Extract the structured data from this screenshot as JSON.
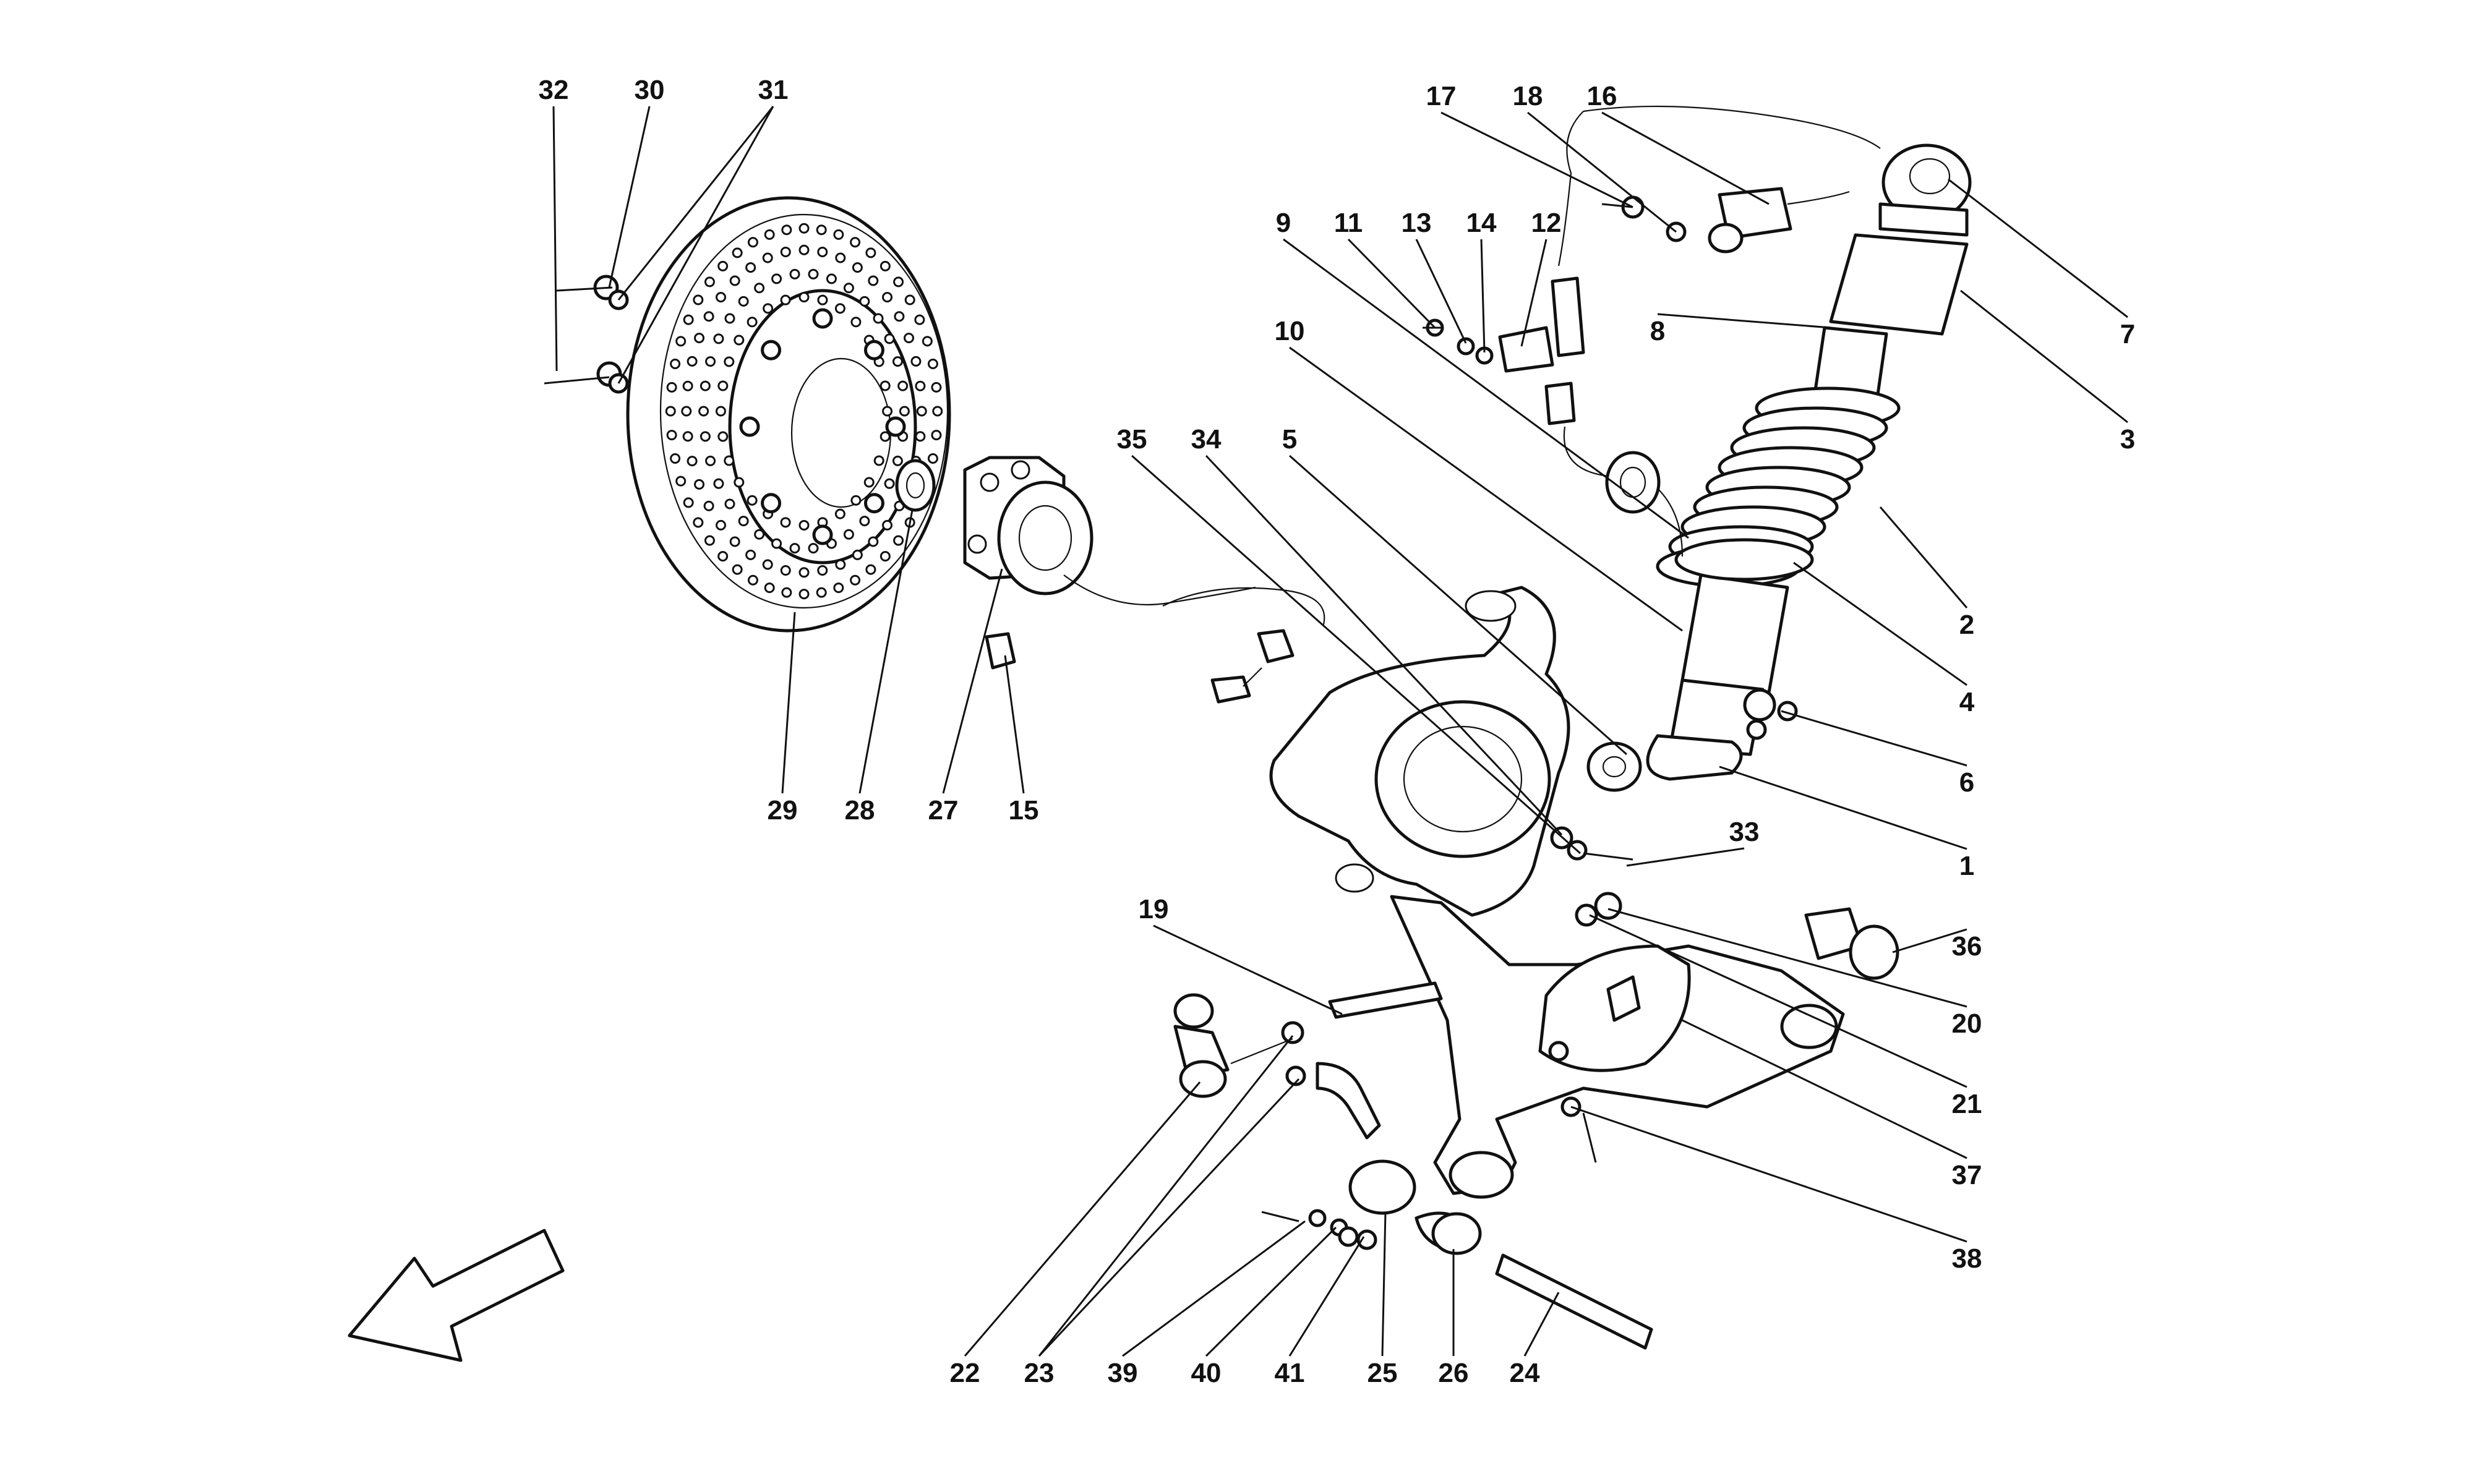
{
  "callouts": [
    "1",
    "2",
    "3",
    "4",
    "5",
    "6",
    "7",
    "8",
    "9",
    "10",
    "11",
    "12",
    "13",
    "14",
    "15",
    "16",
    "17",
    "18",
    "19",
    "20",
    "21",
    "22",
    "23",
    "24",
    "25",
    "26",
    "27",
    "28",
    "29",
    "30",
    "31",
    "32",
    "33",
    "34",
    "35",
    "36",
    "37",
    "38",
    "39",
    "40",
    "41"
  ]
}
